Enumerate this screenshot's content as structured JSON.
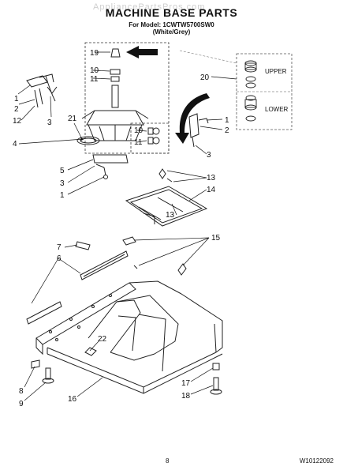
{
  "watermark": "AppliancePartsPros.com",
  "header": {
    "title": "MACHINE BASE PARTS",
    "model_line": "For Model: 1CWTW5700SW0",
    "color_line": "(White/Grey)"
  },
  "inset": {
    "upper_label": "UPPER",
    "lower_label": "LOWER"
  },
  "callouts": [
    "19",
    "10",
    "11",
    "1",
    "2",
    "12",
    "3",
    "21",
    "4",
    "10",
    "11",
    "1",
    "2",
    "3",
    "5",
    "3",
    "1",
    "13",
    "14",
    "13",
    "7",
    "6",
    "15",
    "22",
    "8",
    "9",
    "16",
    "17",
    "18",
    "20"
  ],
  "footer": {
    "page_number": "8",
    "doc_code": "W10122092"
  }
}
